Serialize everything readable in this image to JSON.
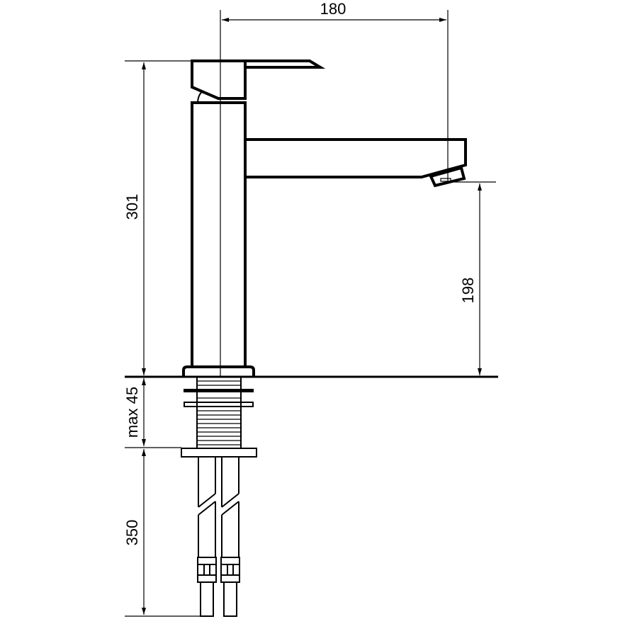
{
  "dimensions": {
    "spout_reach": "180",
    "total_height": "301",
    "spout_height": "198",
    "max_deck_thickness": "max 45",
    "hose_length": "350"
  },
  "colors": {
    "line": "#000000",
    "background": "#ffffff"
  }
}
